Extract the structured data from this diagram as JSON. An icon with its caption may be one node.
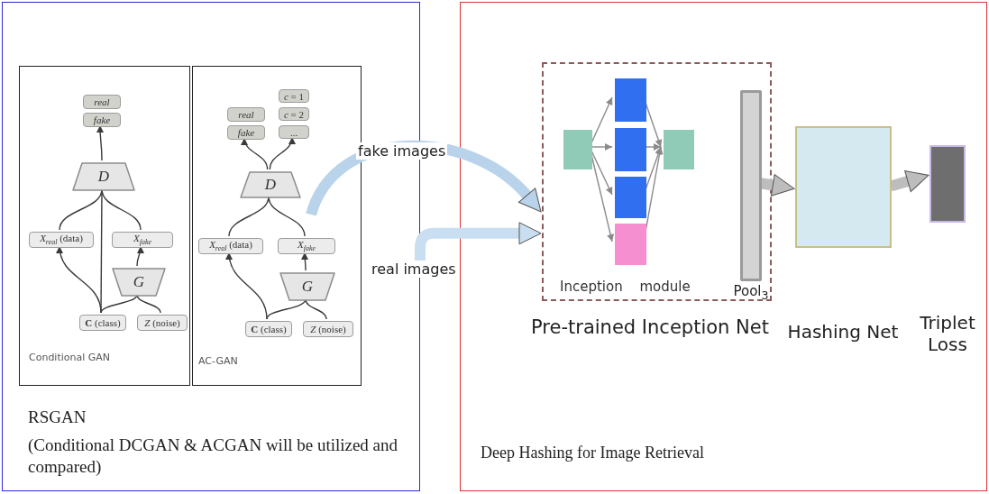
{
  "diagram": {
    "nodes": [
      {
        "text": [
          "RSGAN",
          "(Conditional DCGAN & ACGAN will be utilized and compared)"
        ]
      },
      {
        "text": [
          "Conditional GAN"
        ],
        "in": 0
      },
      {
        "text": [
          "real"
        ],
        "in": 1
      },
      {
        "text": [
          "fake"
        ],
        "in": 1
      },
      {
        "text": [
          "D"
        ],
        "in": 1
      },
      {
        "text": [
          "*X*$_{real}$ (data)"
        ],
        "in": 1
      },
      {
        "text": [
          "*X*$_{fake}$"
        ],
        "in": 1
      },
      {
        "text": [
          "G"
        ],
        "in": 1
      },
      {
        "text": [
          "**C** (class)"
        ],
        "in": 1
      },
      {
        "text": [
          "*Z* (noise)"
        ],
        "in": 1
      },
      {
        "text": [
          "AC-GAN"
        ],
        "in": 0
      },
      {
        "text": [
          "real"
        ],
        "in": 10
      },
      {
        "text": [
          "fake"
        ],
        "in": 10
      },
      {
        "text": [
          "*c* = 1"
        ],
        "in": 10
      },
      {
        "text": [
          "*c* = 2"
        ],
        "in": 10
      },
      {
        "text": [
          "..."
        ],
        "in": 10
      },
      {
        "text": [
          "D"
        ],
        "in": 10
      },
      {
        "text": [
          "*X*$_{real}$ (data)"
        ],
        "in": 10
      },
      {
        "text": [
          "*X*$_{fake}$"
        ],
        "in": 10
      },
      {
        "text": [
          "G"
        ],
        "in": 10
      },
      {
        "text": [
          "**C** (class)"
        ],
        "in": 10
      },
      {
        "text": [
          "*Z* (noise)"
        ],
        "in": 10
      },
      {
        "text": [
          "Deep Hashing for Image Retrieval"
        ]
      },
      {
        "text": [
          "Inception module"
        ],
        "in": 22,
        "beside": [
          "Pre-trained Inception Net"
        ]
      },
      {
        "text": [],
        "shape": "box",
        "in": 23
      },
      {
        "text": [],
        "shape": "box",
        "in": 23
      },
      {
        "text": [],
        "shape": "box",
        "in": 23
      },
      {
        "text": [],
        "shape": "box",
        "in": 23
      },
      {
        "text": [],
        "shape": "box",
        "in": 23
      },
      {
        "text": [],
        "shape": "box",
        "in": 23
      },
      {
        "text": [],
        "shape": "bar",
        "in": 23,
        "beside": [
          "Pool$_{3}$"
        ]
      },
      {
        "text": [],
        "shape": "box",
        "in": 22
      },
      {
        "text": [],
        "shape": "box",
        "in": 22
      }
    ],
    "labels": [
      "Hashing Net",
      "Triplet Loss"
    ],
    "edges": [
      {
        "from": 4,
        "to": 3,
        "arrow": "to"
      },
      {
        "from": 5,
        "to": 4,
        "arrow": "none"
      },
      {
        "from": 6,
        "to": 4,
        "arrow": "none"
      },
      {
        "from": 8,
        "to": 4,
        "arrow": "none"
      },
      {
        "from": 8,
        "to": 5,
        "arrow": "to"
      },
      {
        "from": 7,
        "to": 6,
        "arrow": "to"
      },
      {
        "from": 8,
        "to": 7,
        "arrow": "none"
      },
      {
        "from": 9,
        "to": 7,
        "arrow": "none"
      },
      {
        "from": 16,
        "to": 12,
        "arrow": "to"
      },
      {
        "from": 16,
        "to": 15,
        "arrow": "to"
      },
      {
        "from": 17,
        "to": 16,
        "arrow": "none"
      },
      {
        "from": 18,
        "to": 16,
        "arrow": "none"
      },
      {
        "from": 20,
        "to": 17,
        "arrow": "to"
      },
      {
        "from": 19,
        "to": 18,
        "arrow": "to"
      },
      {
        "from": 20,
        "to": 19,
        "arrow": "none"
      },
      {
        "from": 21,
        "to": 19,
        "arrow": "none"
      },
      {
        "from": 24,
        "to": 25,
        "arrow": "to",
        "color": "#8a8a8a"
      },
      {
        "from": 24,
        "to": 26,
        "arrow": "to",
        "color": "#8a8a8a"
      },
      {
        "from": 24,
        "to": 27,
        "arrow": "to",
        "color": "#8a8a8a"
      },
      {
        "from": 24,
        "to": 28,
        "arrow": "to",
        "color": "#8a8a8a"
      },
      {
        "from": 25,
        "to": 29,
        "arrow": "to",
        "color": "#8a8a8a"
      },
      {
        "from": 26,
        "to": 29,
        "arrow": "to",
        "color": "#8a8a8a"
      },
      {
        "from": 27,
        "to": 29,
        "arrow": "to",
        "color": "#8a8a8a"
      },
      {
        "from": 28,
        "to": 29,
        "arrow": "to",
        "color": "#8a8a8a"
      },
      {
        "from": 30,
        "to": 31,
        "arrow": "to",
        "style": "thick",
        "color": "#bdbdbd"
      },
      {
        "from": 31,
        "to": 32,
        "arrow": "to",
        "style": "thick",
        "color": "#bdbdbd"
      },
      {
        "from": null,
        "to": 23,
        "arrow": "to",
        "label": "fake images",
        "style": "thick",
        "color": "#b9d3ea"
      },
      {
        "from": 0,
        "to": 23,
        "arrow": "to",
        "label": "real images",
        "style": "thick",
        "color": "#c9def0"
      }
    ]
  }
}
